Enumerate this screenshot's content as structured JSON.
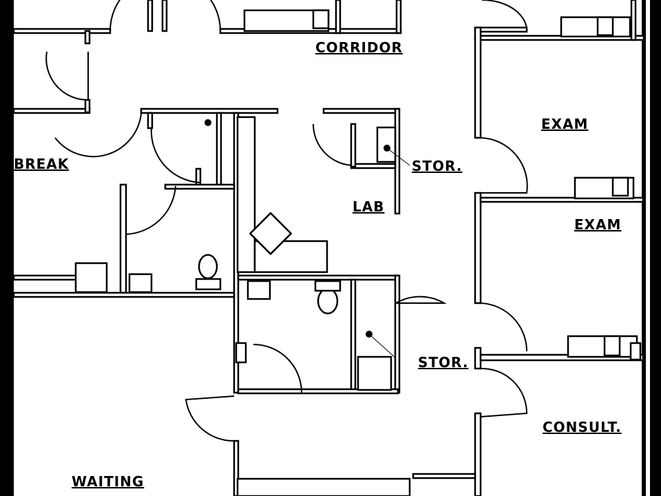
{
  "labels": {
    "corridor": "CORRIDOR",
    "exam_1": "EXAM",
    "exam_2": "EXAM",
    "break": "BREAK",
    "stor_1": "STOR.",
    "lab": "LAB",
    "stor_2": "STOR.",
    "consult": "CONSULT.",
    "waiting": "WAITING"
  }
}
